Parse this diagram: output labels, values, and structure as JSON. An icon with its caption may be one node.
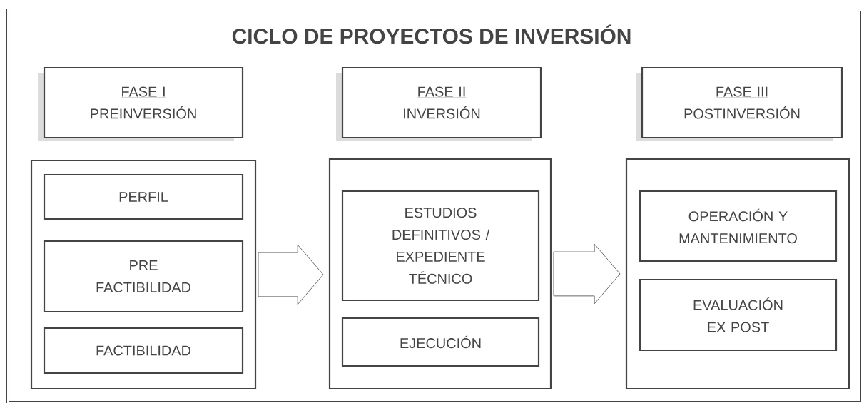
{
  "diagram": {
    "title": "CICLO DE PROYECTOS DE INVERSIÓN",
    "nodes": [
      {
        "text": [
          "FASE I",
          "PREINVERSIÓN"
        ]
      },
      {
        "text": [
          "FASE II",
          "INVERSIÓN"
        ]
      },
      {
        "text": [
          "FASE III",
          "POSTINVERSIÓN"
        ]
      },
      {
        "text": [],
        "shape": "box"
      },
      {
        "text": [
          "PERFIL"
        ],
        "in": 3
      },
      {
        "text": [
          "PRE FACTIBILIDAD"
        ],
        "in": 3
      },
      {
        "text": [
          "FACTIBILIDAD"
        ],
        "in": 3
      },
      {
        "text": [],
        "shape": "box"
      },
      {
        "text": [
          "ESTUDIOS DEFINITIVOS / EXPEDIENTE TÉCNICO"
        ],
        "in": 7
      },
      {
        "text": [
          "EJECUCIÓN"
        ],
        "in": 7
      },
      {
        "text": [],
        "shape": "box"
      },
      {
        "text": [
          "OPERACIÓN Y MANTENIMIENTO"
        ],
        "in": 10
      },
      {
        "text": [
          "EVALUACIÓN EX POST"
        ],
        "in": 10
      }
    ],
    "edges": [
      {
        "from": 3,
        "to": 7,
        "arrow": "to"
      },
      {
        "from": 7,
        "to": 10,
        "arrow": "to"
      }
    ]
  }
}
